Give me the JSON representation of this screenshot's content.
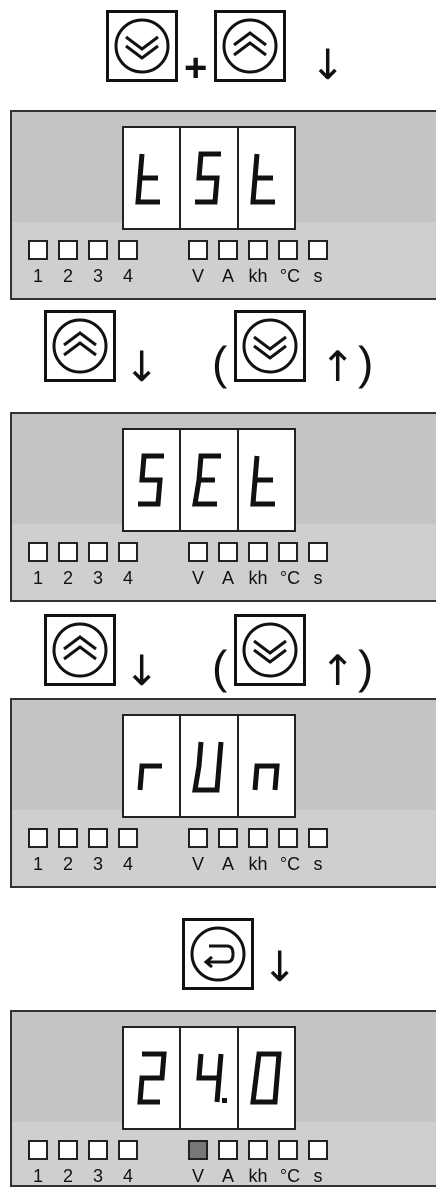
{
  "steps": {
    "step1": {
      "keys": [
        "down-key",
        "up-key"
      ],
      "joiner": "+",
      "arrow": "↓"
    },
    "step2": {
      "key": "up-key",
      "arrow": "↓",
      "alt_open": "(",
      "alt_key": "down-key",
      "alt_arrow": "↑",
      "alt_close": ")"
    },
    "step3": {
      "key": "up-key",
      "arrow": "↓",
      "alt_open": "(",
      "alt_key": "down-key",
      "alt_arrow": "↑",
      "alt_close": ")"
    },
    "step4": {
      "key": "enter-key",
      "arrow": "↓"
    }
  },
  "displays": [
    {
      "digits": [
        "t",
        "S",
        "t"
      ],
      "active_led": null
    },
    {
      "digits": [
        "S",
        "E",
        "t"
      ],
      "active_led": null
    },
    {
      "digits": [
        "r",
        "U",
        "n"
      ],
      "active_led": null
    },
    {
      "digits": [
        "2",
        "4.",
        "0"
      ],
      "active_led": "V"
    }
  ],
  "led_labels": [
    "1",
    "2",
    "3",
    "4",
    "V",
    "A",
    "kh",
    "°C",
    "s"
  ],
  "colors": {
    "panel": "#cfcfcf",
    "led_on": "#777777",
    "outline": "#111111"
  }
}
